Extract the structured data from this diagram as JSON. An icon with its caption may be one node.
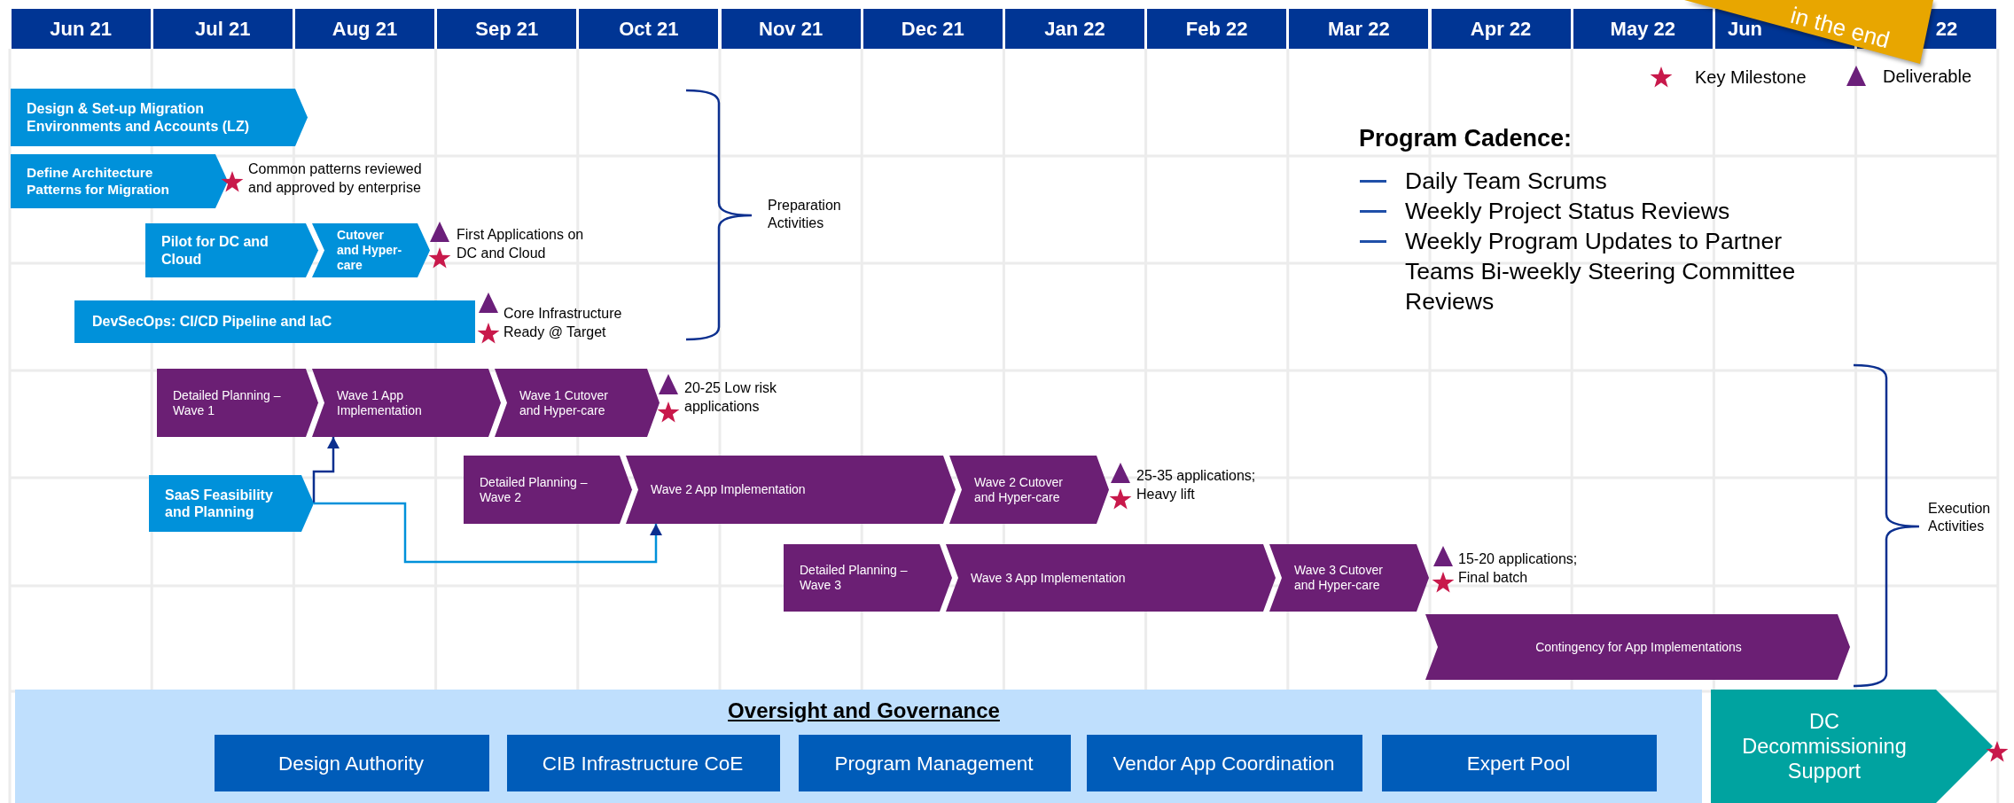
{
  "diagram": {
    "nodes": [
      {
        "text": [
          "Design & Set-up Migration Environments and Accounts (LZ)"
        ]
      },
      {
        "text": [
          "Define Architecture Patterns for Migration"
        ],
        "beside": [
          "Common patterns reviewed and approved by enterprise"
        ]
      },
      {
        "text": [
          "Pilot for DC and Cloud"
        ]
      },
      {
        "text": [
          "Cutover and Hyper-care"
        ],
        "beside": [
          "First Applications on DC and Cloud"
        ]
      },
      {
        "text": [
          "DevSecOps: CI/CD Pipeline and IaC"
        ],
        "beside": [
          "Core Infrastructure Ready @ Target"
        ]
      },
      {
        "text": [
          "Detailed Planning – Wave 1"
        ]
      },
      {
        "text": [
          "Wave 1 App Implementation"
        ]
      },
      {
        "text": [
          "Wave 1 Cutover and Hyper-care"
        ],
        "beside": [
          "20-25 Low risk applications"
        ]
      },
      {
        "text": [
          "SaaS Feasibility and Planning"
        ]
      },
      {
        "text": [
          "Detailed Planning – Wave 2"
        ]
      },
      {
        "text": [
          "Wave 2 App Implementation"
        ]
      },
      {
        "text": [
          "Wave 2 Cutover and Hyper-care"
        ],
        "beside": [
          "25-35 applications; Heavy lift"
        ]
      },
      {
        "text": [
          "Detailed Planning – Wave 3"
        ]
      },
      {
        "text": [
          "Wave 3 App Implementation"
        ]
      },
      {
        "text": [
          "Wave 3 Cutover and Hyper-care"
        ],
        "beside": [
          "15-20 applications; Final batch"
        ]
      },
      {
        "text": [
          "Contingency for App Implementations"
        ]
      },
      {
        "text": [
          "Oversight and Governance"
        ]
      },
      {
        "text": [
          "Design Authority"
        ],
        "in": 16
      },
      {
        "text": [
          "CIB Infrastructure CoE"
        ],
        "in": 16
      },
      {
        "text": [
          "Program Management"
        ],
        "in": 16
      },
      {
        "text": [
          "Vendor App Coordination"
        ],
        "in": 16
      },
      {
        "text": [
          "Expert Pool"
        ],
        "in": 16
      },
      {
        "text": [
          "DC Decommissioning Support"
        ]
      }
    ],
    "edges": [
      {
        "from": 8,
        "to": 6,
        "arrow": "to"
      },
      {
        "from": 8,
        "to": 10,
        "arrow": "to",
        "color": "#0091da"
      }
    ],
    "labels": [
      "Jun 21",
      "Jul 21",
      "Aug 21",
      "Sep 21",
      "Oct 21",
      "Nov 21",
      "Dec 21",
      "Jan 22",
      "Feb 22",
      "Mar 22",
      "Apr 22",
      "May 22",
      "Jun",
      "22",
      "in the end",
      "Program Cadence:",
      "Daily Team Scrums",
      "Weekly Project Status Reviews",
      "Weekly Program Updates to Partner Teams Bi-weekly Steering Committee Reviews",
      "Preparation Activities",
      "Execution Activities"
    ],
    "legend": [
      {
        "text": "Key Milestone"
      },
      {
        "text": "Deliverable"
      }
    ]
  }
}
